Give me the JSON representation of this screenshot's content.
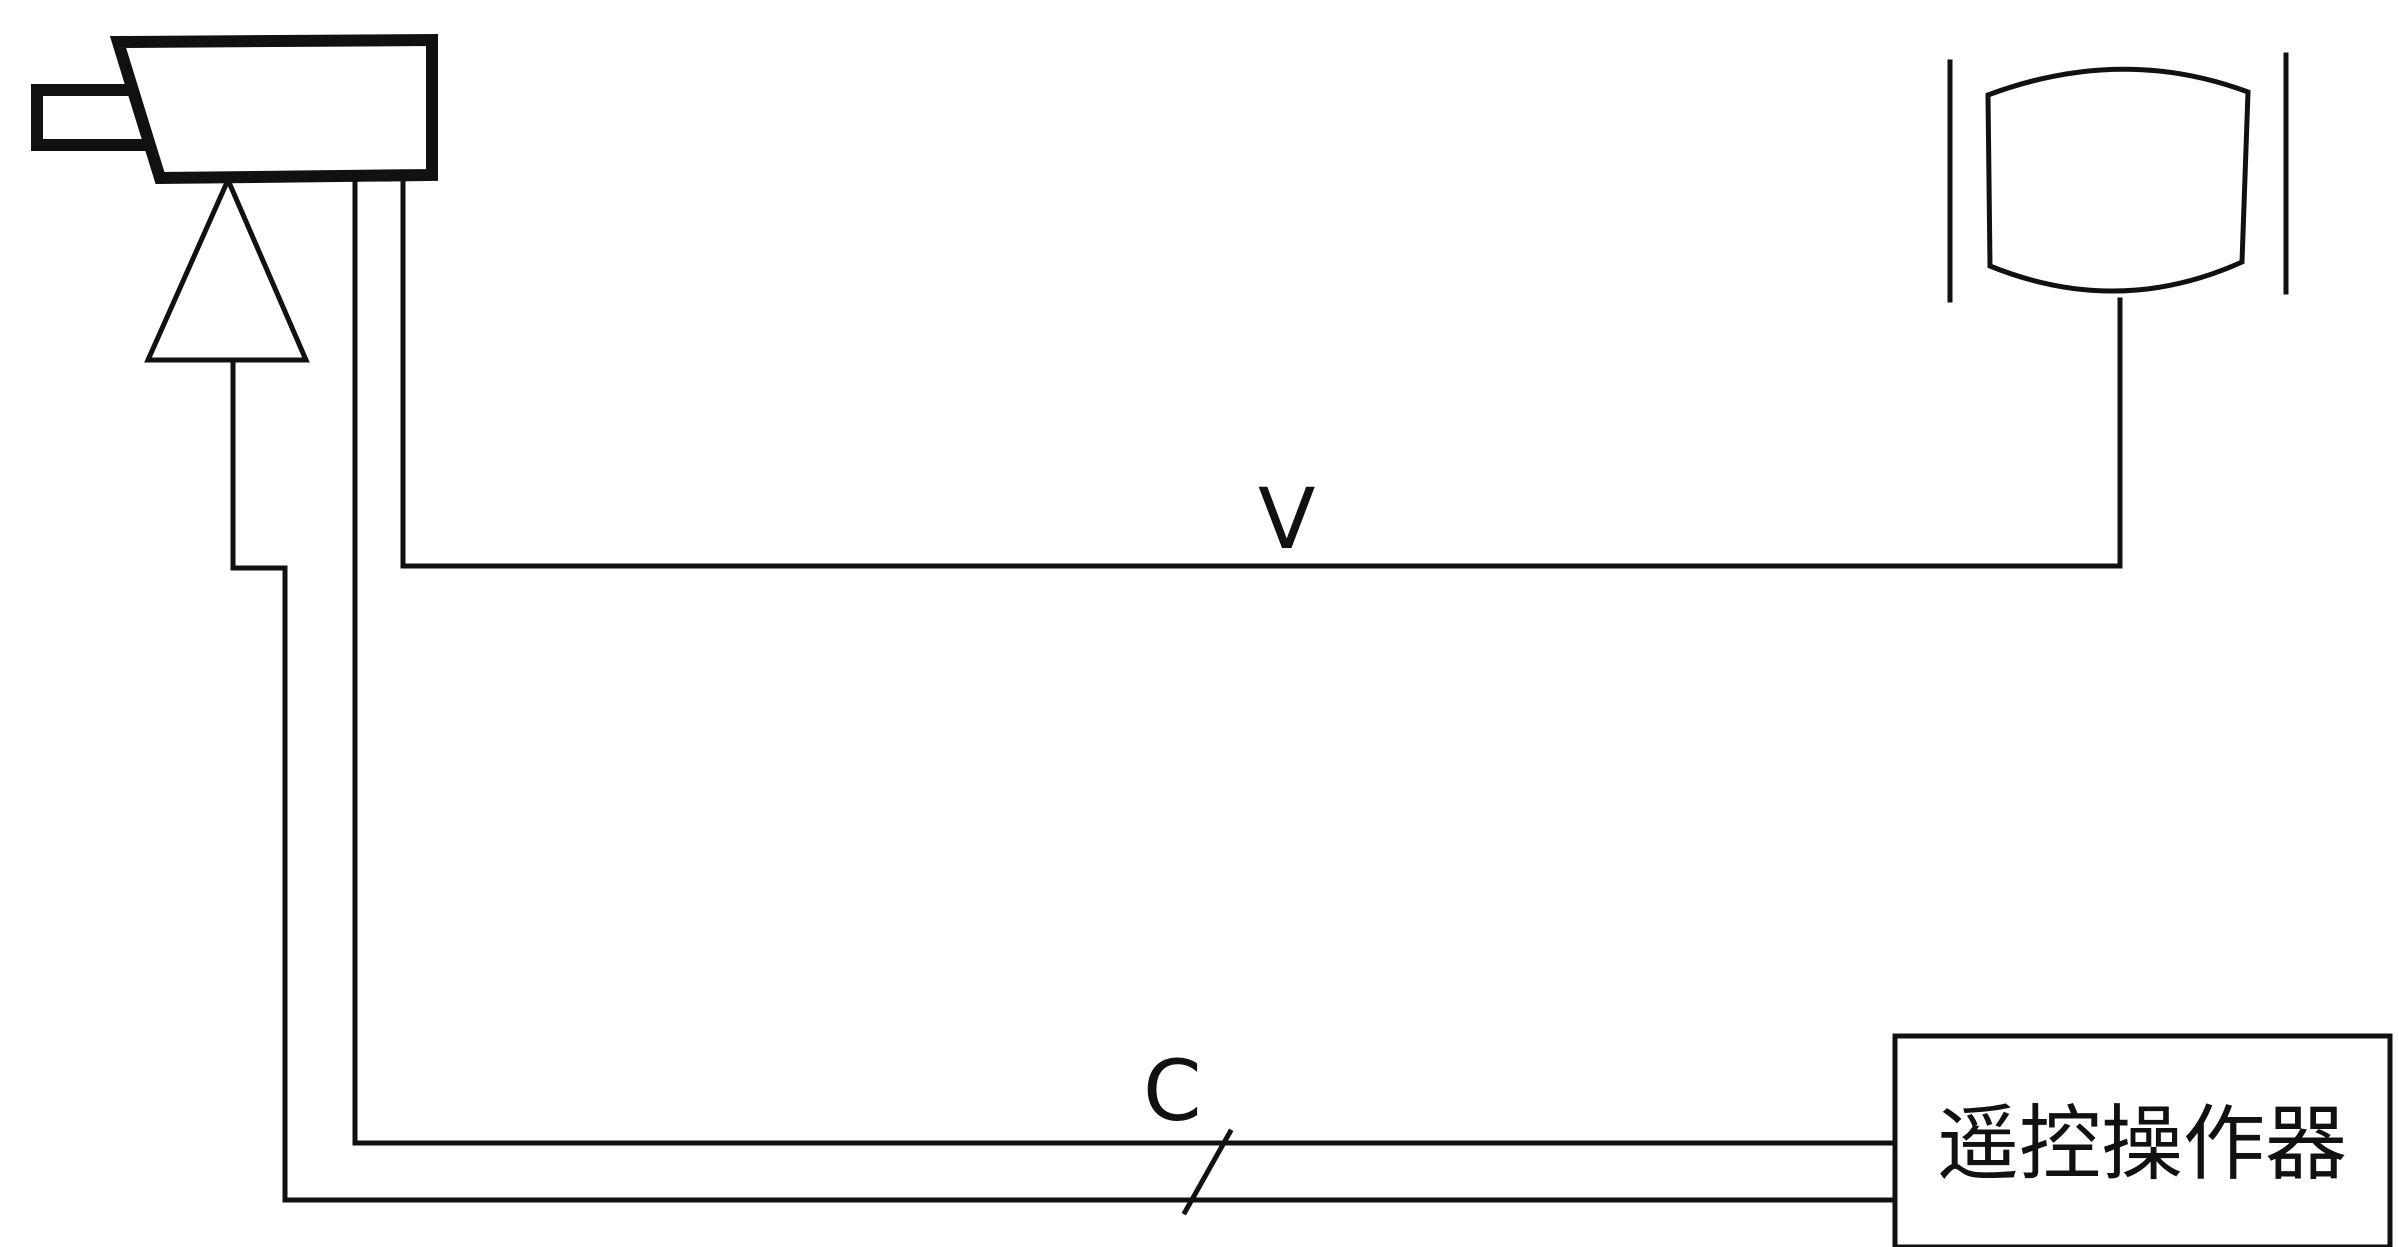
{
  "labels": {
    "video_line": "V",
    "control_line": "C",
    "controller": "遥控操作器"
  },
  "colors": {
    "ink": "#111111",
    "paper": "#ffffff"
  }
}
